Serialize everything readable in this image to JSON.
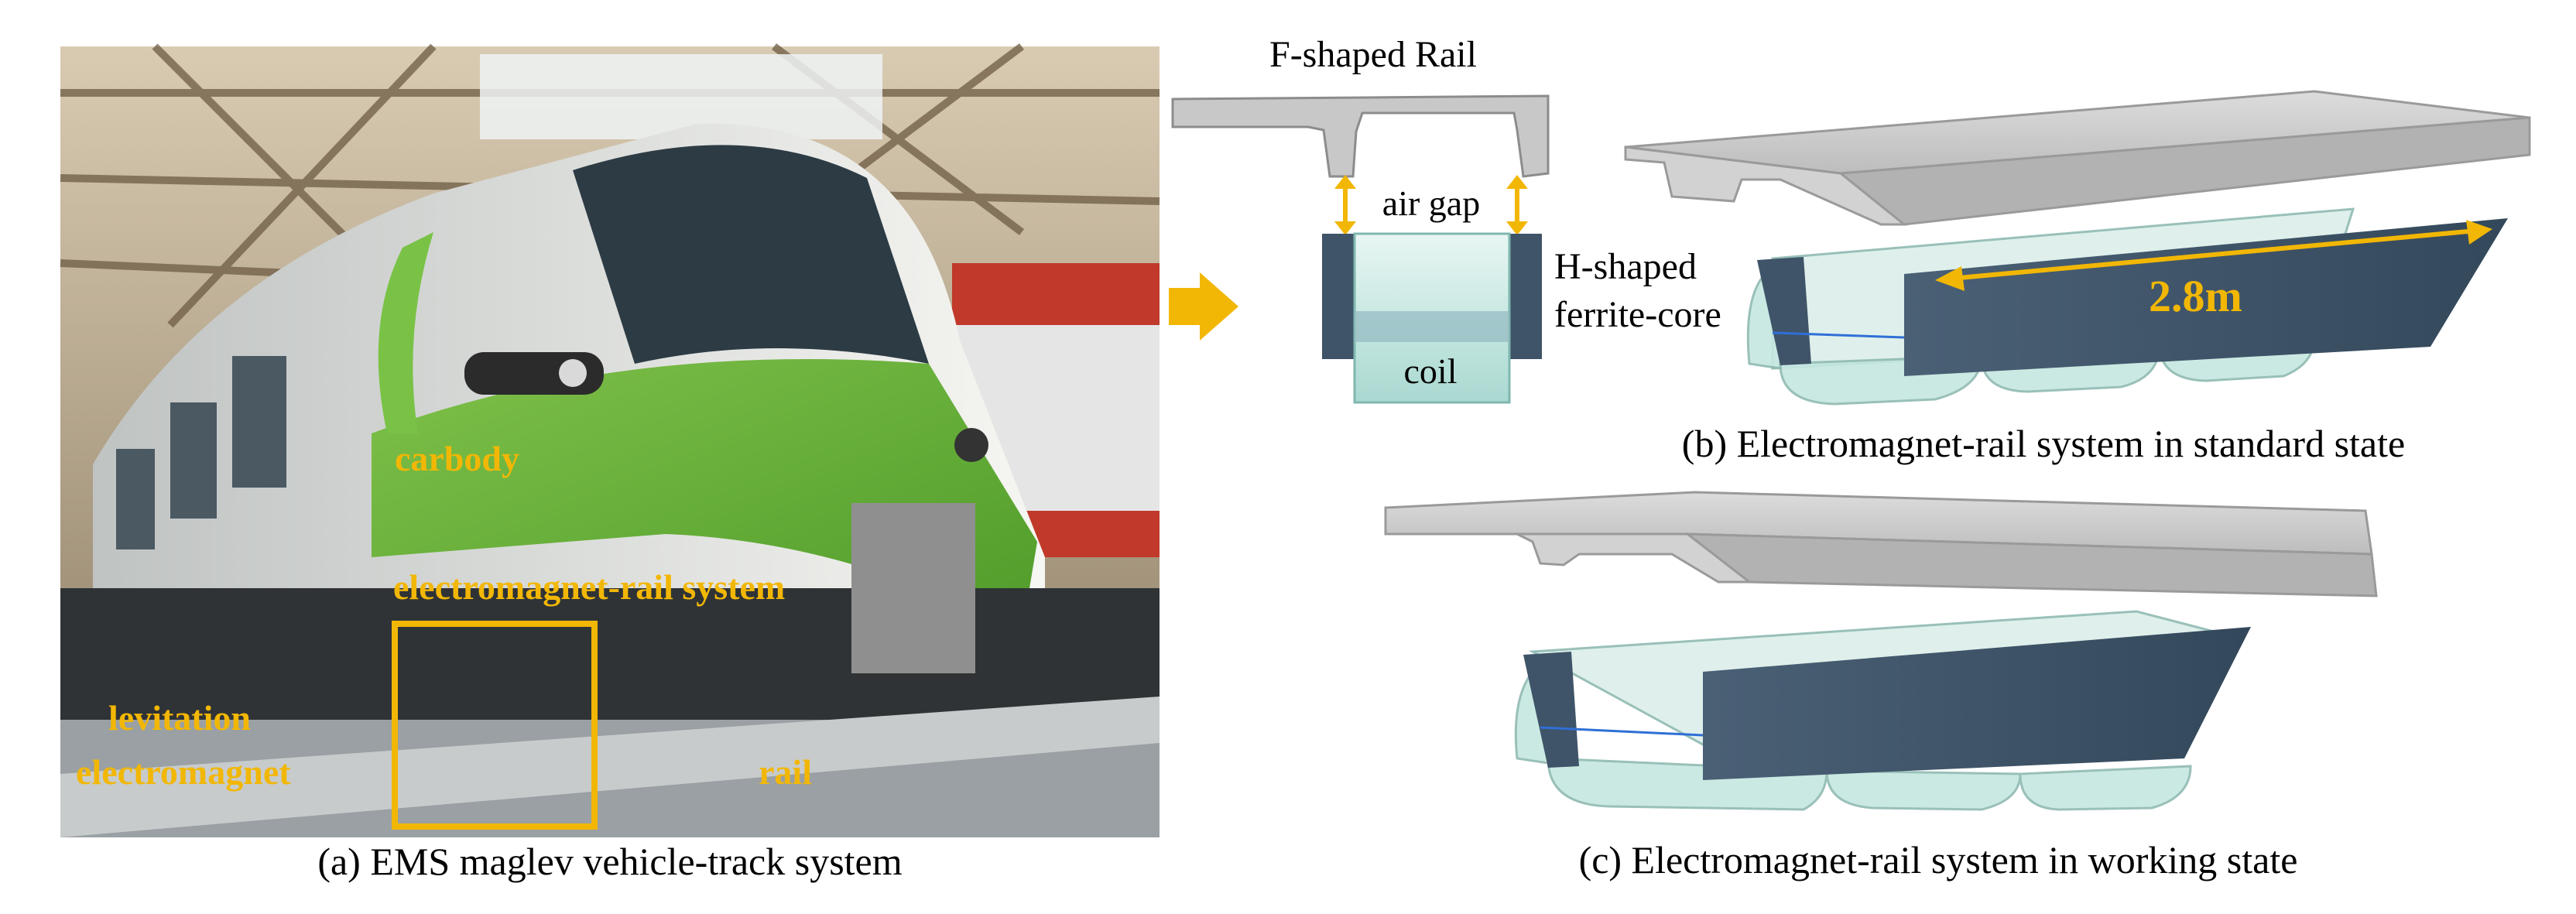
{
  "panel_a": {
    "caption": "(a) EMS maglev vehicle-track system",
    "labels": {
      "carbody": "carbody",
      "emr_system": "electromagnet-rail system",
      "levitation": "levitation",
      "electromagnet": "electromagnet",
      "rail": "rail"
    }
  },
  "panel_b": {
    "caption": "(b) Electromagnet-rail system in standard state",
    "f_rail": "F-shaped Rail",
    "air_gap": "air gap",
    "h_shaped": "H-shaped",
    "ferrite_core": "ferrite-core",
    "coil": "coil",
    "length": "2.8m"
  },
  "panel_c": {
    "caption": "(c) Electromagnet-rail system in working state"
  },
  "colors": {
    "annotation": "#F2B705",
    "rail_gray": "#C8C8C8",
    "core_dark": "#3F5468",
    "coil_glass": "#BFE6E0",
    "text": "#000000"
  }
}
